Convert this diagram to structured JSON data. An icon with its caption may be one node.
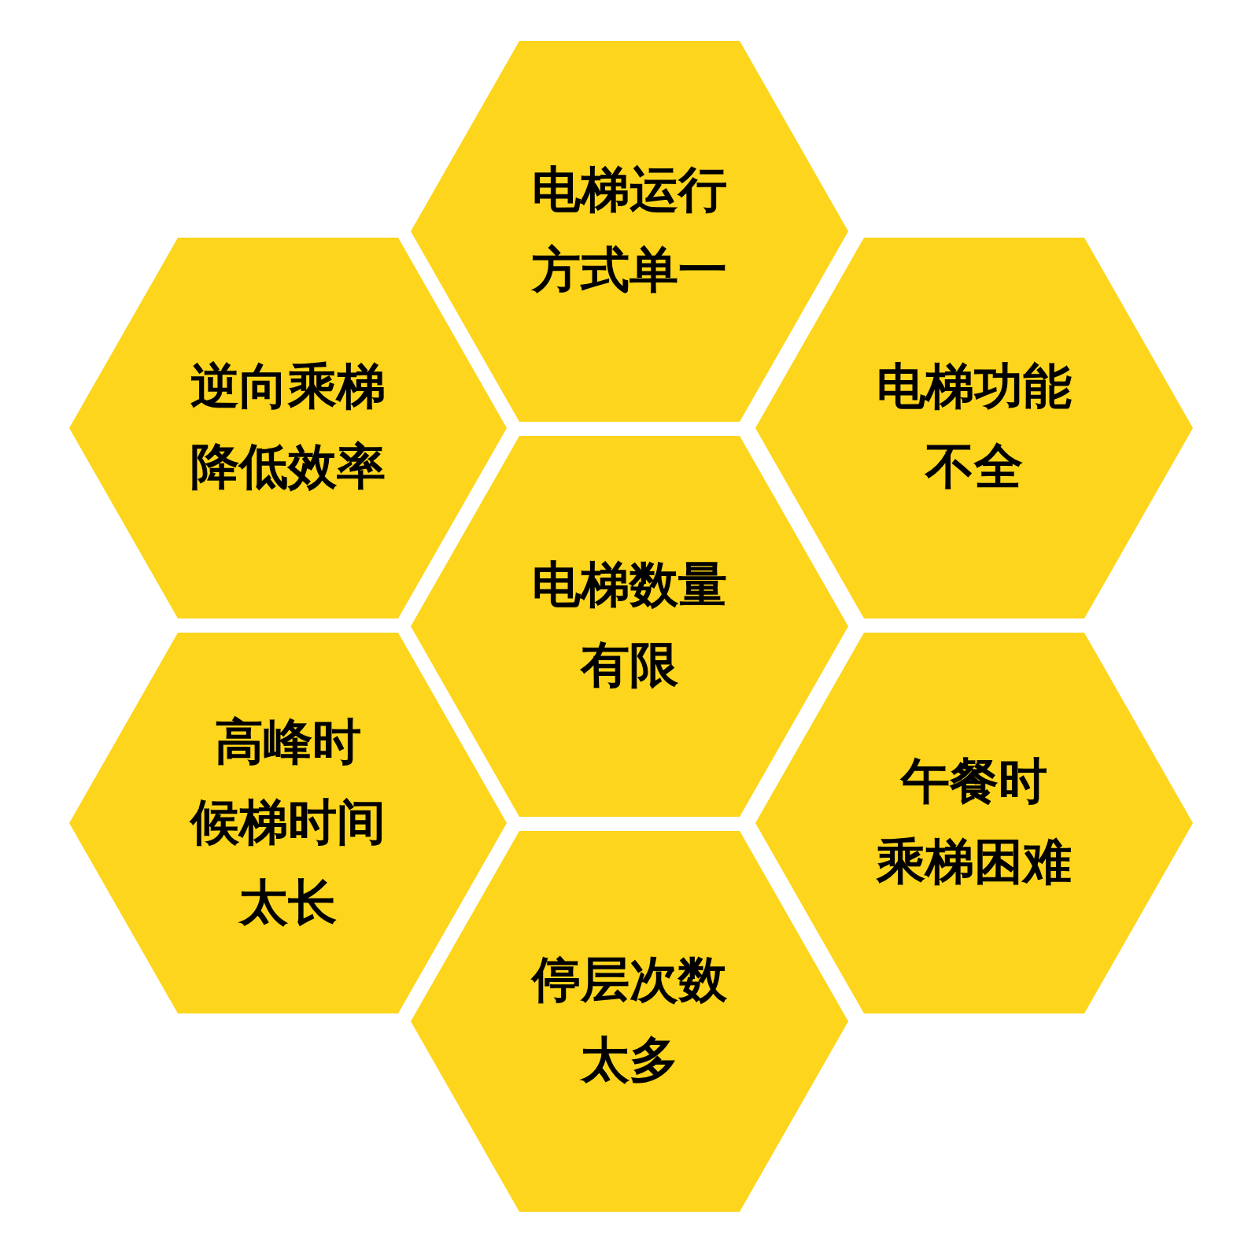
{
  "diagram": {
    "nodes": [
      {
        "text": [
          "电梯运行方式单一"
        ]
      },
      {
        "text": [
          "逆向乘梯降低效率"
        ]
      },
      {
        "text": [
          "电梯功能不全"
        ]
      },
      {
        "text": [
          "电梯数量有限"
        ]
      },
      {
        "text": [
          "高峰时候梯时间太长"
        ]
      },
      {
        "text": [
          "午餐时乘梯困难"
        ]
      },
      {
        "text": [
          "停层次数太多"
        ]
      }
    ]
  }
}
